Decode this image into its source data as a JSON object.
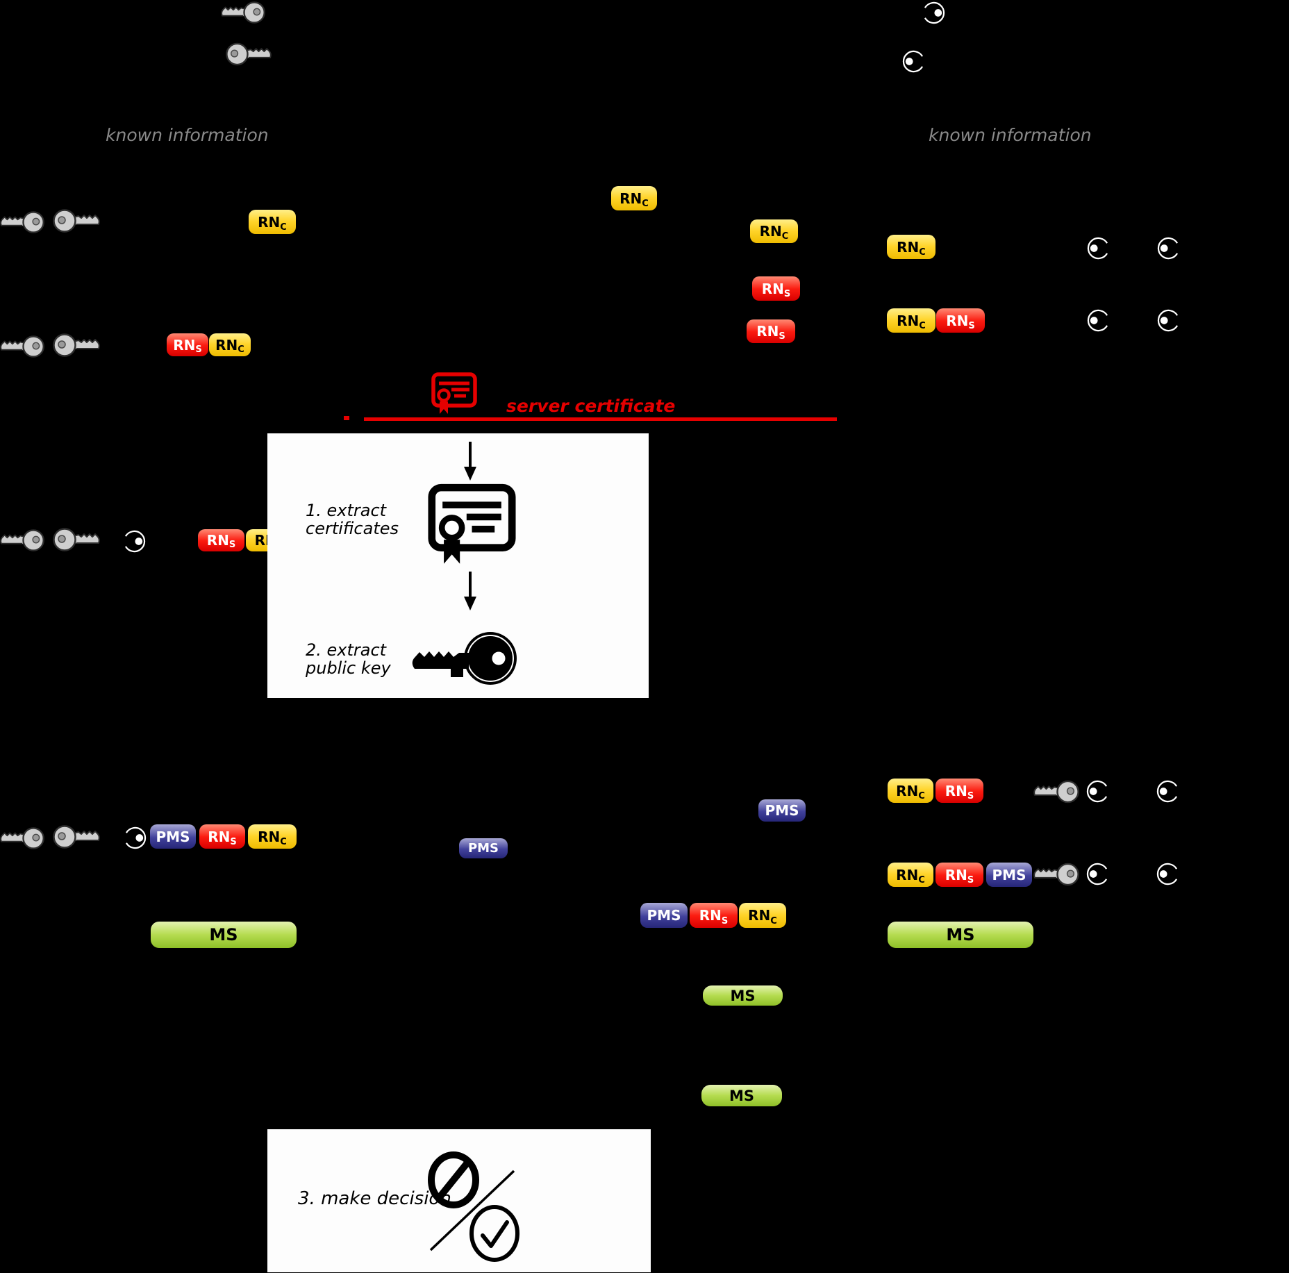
{
  "labels": {
    "known_information": "known information",
    "server_certificate": "server certificate",
    "step1_line1": "1. extract",
    "step1_line2": "certificates",
    "step2_line1": "2. extract",
    "step2_line2": "public key",
    "step3": "3. make decision"
  },
  "badges": {
    "rn_c": {
      "text": "RN",
      "sub": "C"
    },
    "rn_s": {
      "text": "RN",
      "sub": "S"
    },
    "pms": {
      "text": "PMS"
    },
    "ms": {
      "text": "MS"
    }
  },
  "colors": {
    "background": "#000000",
    "rn_c_badge": "#ffd42a",
    "rn_s_badge": "#ee1111",
    "pms_badge": "#3c3c96",
    "ms_badge": "#a8d437",
    "accent_red": "#e60000",
    "muted_text": "#8a8a8a"
  },
  "icons": {
    "gray_key": "key-icon",
    "dark_key": "dark-key-icon",
    "certificate": "certificate-icon",
    "public_key": "public-key-icon",
    "arrow_down": "arrow-down-icon",
    "prohibition": "reject-icon",
    "check": "accept-icon"
  }
}
